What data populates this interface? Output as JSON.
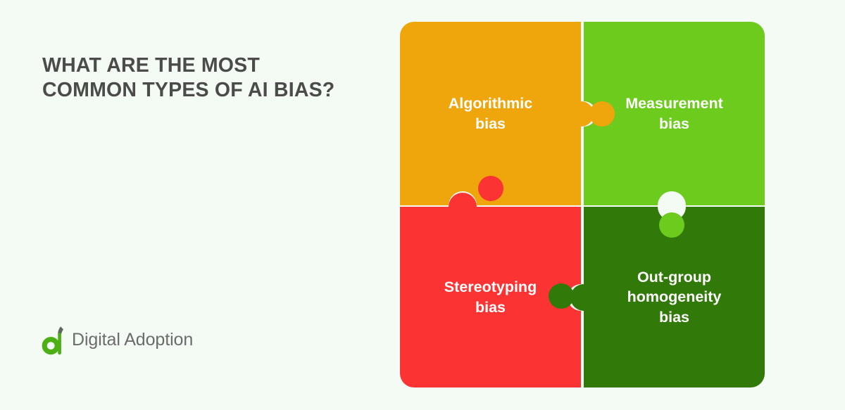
{
  "page": {
    "background_color": "#F4FAF4",
    "title": "WHAT ARE THE MOST\nCOMMON TYPES OF AI BIAS?"
  },
  "brand": {
    "logo_icon": "digital-adoption-sprout-a-logo",
    "name": "Digital Adoption",
    "mark_color": "#4CAF14",
    "leaf_color": "#5F6660",
    "text_color": "#6C6C6C"
  },
  "puzzle": {
    "type": "2x2-jigsaw",
    "tiles": [
      {
        "id": "algorithmic",
        "label": "Algorithmic\nbias",
        "color": "#EFA50C",
        "position": "top-left"
      },
      {
        "id": "measurement",
        "label": "Measurement\nbias",
        "color": "#6CCB1C",
        "position": "top-right"
      },
      {
        "id": "stereotyping",
        "label": "Stereotyping\nbias",
        "color": "#FC3333",
        "position": "bottom-left"
      },
      {
        "id": "outgroup",
        "label": "Out-group\nhomogeneity\nbias",
        "color": "#317A09",
        "position": "bottom-right"
      }
    ],
    "connectors": [
      {
        "id": "algorithmic-to-measurement",
        "color": "#EFA50C",
        "direction": "right"
      },
      {
        "id": "stereotyping-to-algorithmic",
        "color": "#FC3333",
        "direction": "up"
      },
      {
        "id": "measurement-to-outgroup",
        "color": "#6CCB1C",
        "direction": "down"
      },
      {
        "id": "outgroup-to-stereotyping",
        "color": "#317A09",
        "direction": "left"
      }
    ],
    "label_color": "#FFFFFF"
  }
}
